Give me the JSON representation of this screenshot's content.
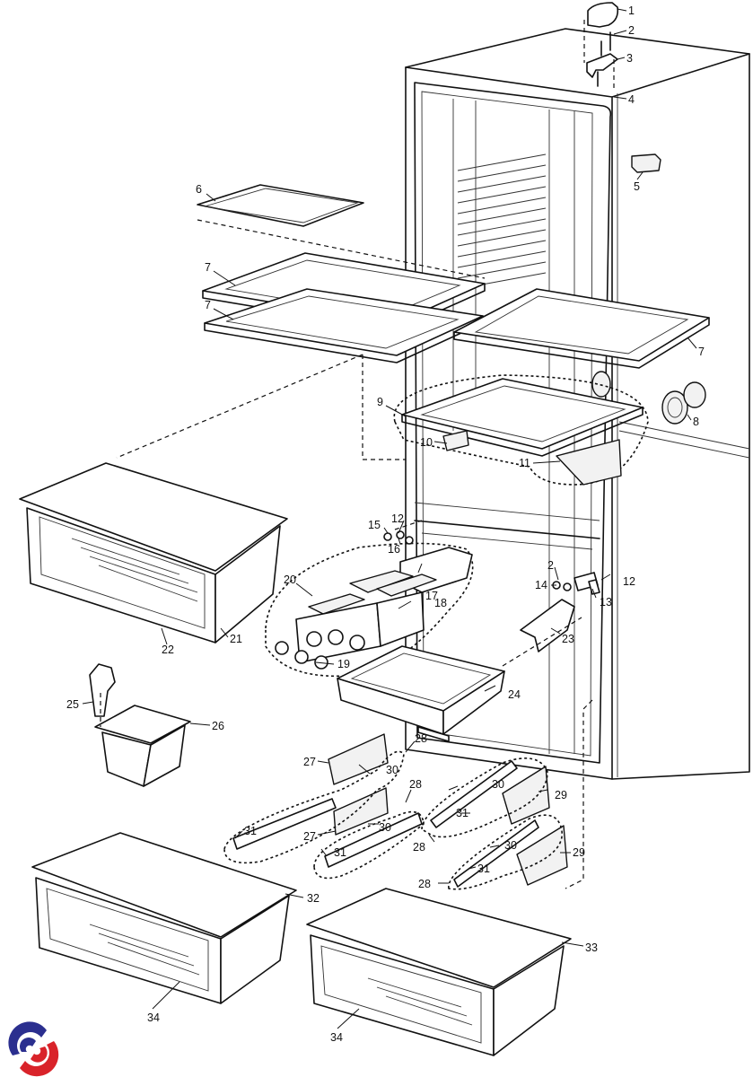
{
  "diagram": {
    "type": "exploded-parts-diagram",
    "subject": "refrigerator interior parts",
    "labels": {
      "p1": "1",
      "p2a": "2",
      "p3": "3",
      "p4": "4",
      "p5": "5",
      "p6": "6",
      "p7a": "7",
      "p7b": "7",
      "p7c": "7",
      "p8": "8",
      "p9": "9",
      "p10": "10",
      "p11": "11",
      "p12a": "12",
      "p12b": "12",
      "p13": "13",
      "p14": "14",
      "p15": "15",
      "p16": "16",
      "p17": "17",
      "p18": "18",
      "p19": "19",
      "p20": "20",
      "p21": "21",
      "p22": "22",
      "p23": "23",
      "p24": "24",
      "p25": "25",
      "p26": "26",
      "p2b": "2",
      "p27a": "27",
      "p27b": "27",
      "p28a": "28",
      "p28b": "28",
      "p28c": "28",
      "p28d": "28",
      "p29a": "29",
      "p29b": "29",
      "p30a": "30",
      "p30b": "30",
      "p30c": "30",
      "p30d": "30",
      "p31a": "31",
      "p31b": "31",
      "p31c": "31",
      "p31d": "31",
      "p32": "32",
      "p33": "33",
      "p34a": "34",
      "p34b": "34"
    }
  },
  "logo": {
    "colors": {
      "blue": "#2b2f8f",
      "red": "#d9232a"
    }
  }
}
